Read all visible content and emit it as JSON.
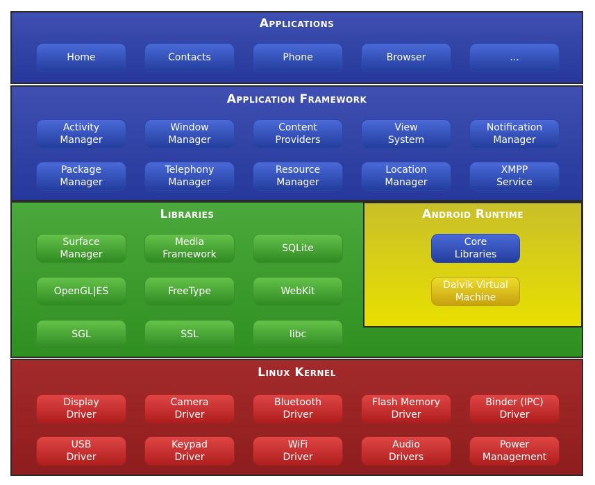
{
  "applications": {
    "title": "Applications",
    "blocks": [
      "Home",
      "Contacts",
      "Phone",
      "Browser",
      "..."
    ]
  },
  "framework": {
    "title": "Application Framework",
    "blocks": [
      "Activity\nManager",
      "Window\nManager",
      "Content\nProviders",
      "View\nSystem",
      "Notification\nManager",
      "Package\nManager",
      "Telephony\nManager",
      "Resource\nManager",
      "Location\nManager",
      "XMPP\nService"
    ]
  },
  "libraries": {
    "title": "Libraries",
    "blocks": [
      "Surface\nManager",
      "Media\nFramework",
      "SQLite",
      "OpenGL|ES",
      "FreeType",
      "WebKit",
      "SGL",
      "SSL",
      "libc"
    ]
  },
  "runtime": {
    "title": "Android Runtime",
    "blocks": [
      "Core\nLibraries",
      "Dalvik Virtual\nMachine"
    ]
  },
  "kernel": {
    "title": "Linux Kernel",
    "blocks": [
      "Display\nDriver",
      "Camera\nDriver",
      "Bluetooth\nDriver",
      "Flash Memory\nDriver",
      "Binder (IPC)\nDriver",
      "USB\nDriver",
      "Keypad\nDriver",
      "WiFi\nDriver",
      "Audio\nDrivers",
      "Power\nManagement"
    ]
  },
  "colors": {
    "applications_layer": "#2f41a8",
    "framework_layer": "#2f41a8",
    "libraries_layer": "#3a9a2b",
    "runtime_layer": "#d8d010",
    "kernel_layer": "#991f1f"
  }
}
